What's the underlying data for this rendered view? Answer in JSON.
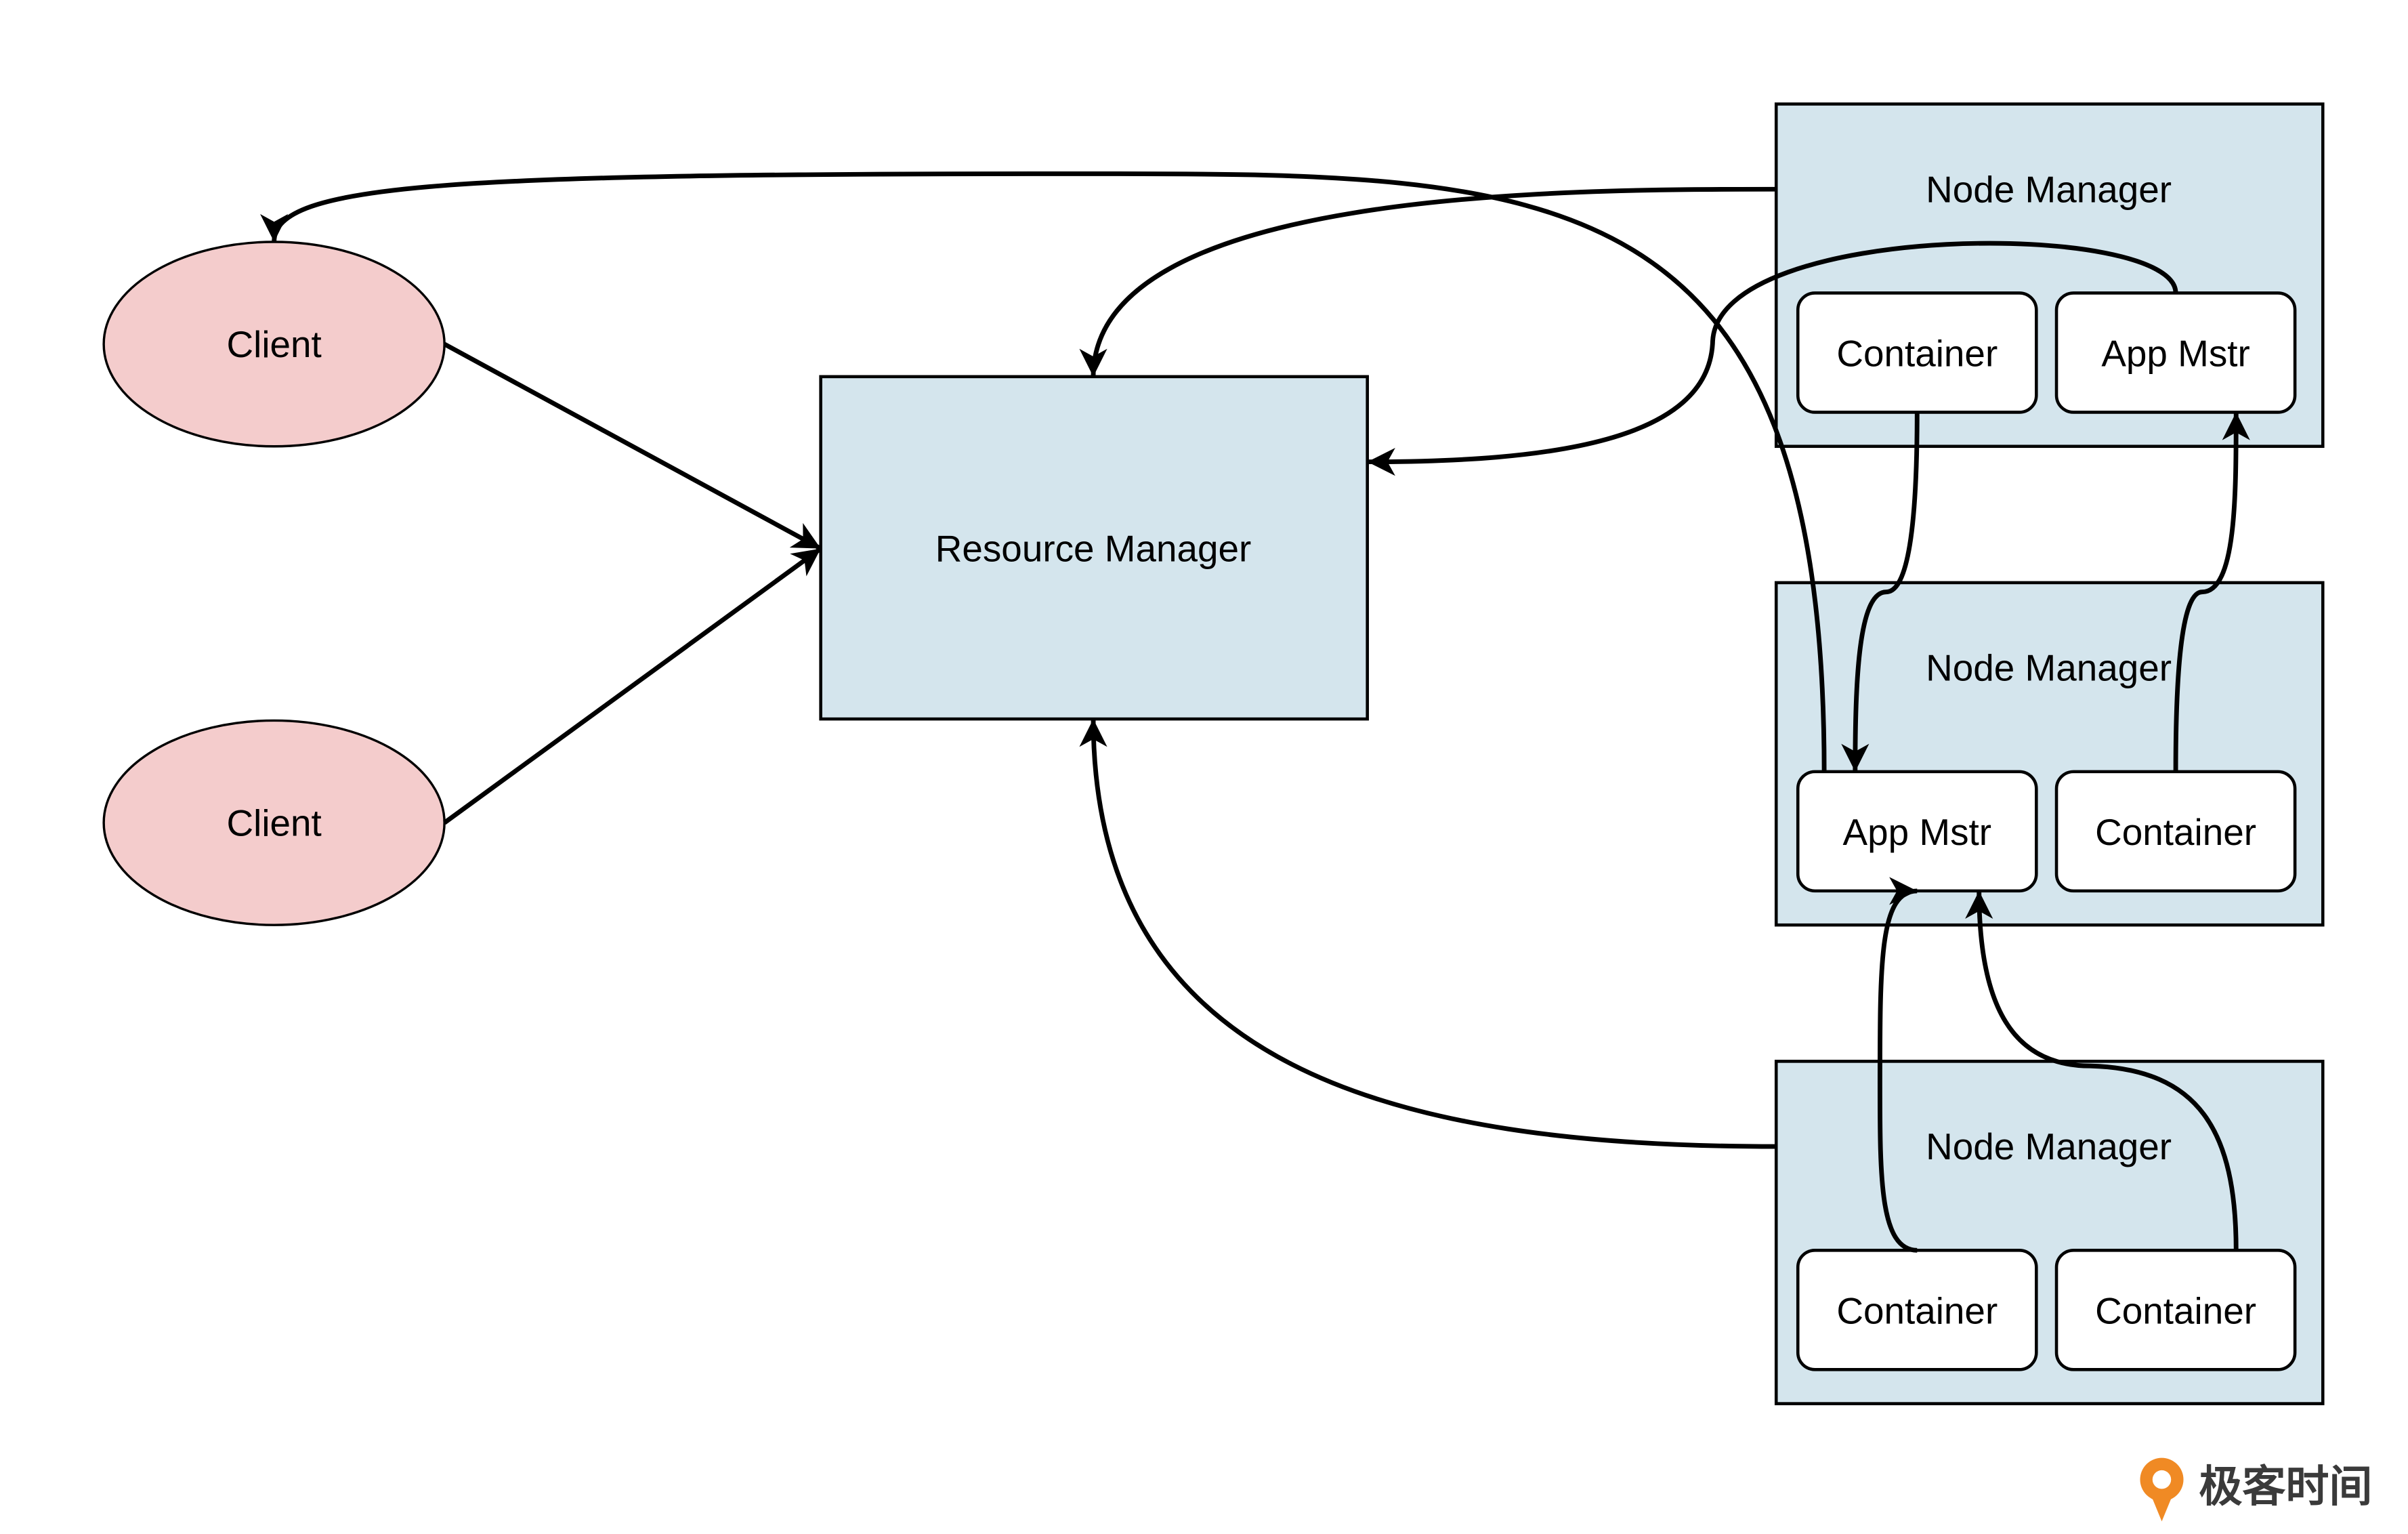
{
  "colors": {
    "client_fill": "#f4cccc",
    "manager_fill": "#d4e5ed",
    "container_fill": "#ffffff",
    "stroke": "#000000",
    "brand_orange": "#f08a24"
  },
  "diagram": {
    "clients": [
      {
        "label": "Client"
      },
      {
        "label": "Client"
      }
    ],
    "resource_manager": {
      "label": "Resource Manager"
    },
    "node_managers": [
      {
        "label": "Node Manager",
        "containers": [
          {
            "label": "Container"
          },
          {
            "label": "App Mstr"
          }
        ]
      },
      {
        "label": "Node Manager",
        "containers": [
          {
            "label": "App Mstr"
          },
          {
            "label": "Container"
          }
        ]
      },
      {
        "label": "Node Manager",
        "containers": [
          {
            "label": "Container"
          },
          {
            "label": "Container"
          }
        ]
      }
    ]
  },
  "watermark": {
    "icon": "geektime-logo-icon",
    "text": "极客时间"
  }
}
